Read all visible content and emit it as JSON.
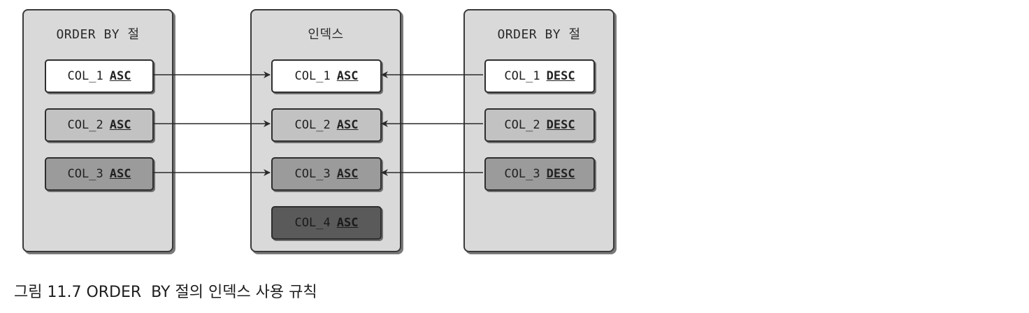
{
  "panels": {
    "left": {
      "title": "ORDER BY 절",
      "items": [
        {
          "col": "COL_1",
          "order": "ASC"
        },
        {
          "col": "COL_2",
          "order": "ASC"
        },
        {
          "col": "COL_3",
          "order": "ASC"
        }
      ]
    },
    "middle": {
      "title": "인덱스",
      "items": [
        {
          "col": "COL_1",
          "order": "ASC"
        },
        {
          "col": "COL_2",
          "order": "ASC"
        },
        {
          "col": "COL_3",
          "order": "ASC"
        },
        {
          "col": "COL_4",
          "order": "ASC"
        }
      ]
    },
    "right": {
      "title": "ORDER BY 절",
      "items": [
        {
          "col": "COL_1",
          "order": "DESC"
        },
        {
          "col": "COL_2",
          "order": "DESC"
        },
        {
          "col": "COL_3",
          "order": "DESC"
        }
      ]
    }
  },
  "caption": "그림 11.7 ORDER  BY 절의 인덱스 사용 규칙",
  "colors": {
    "panel_bg": "#d9d9d9",
    "border": "#3a3a3a",
    "shade_1": "#ffffff",
    "shade_2": "#c2c2c2",
    "shade_3": "#9b9b9b",
    "shade_4": "#5a5a5a"
  }
}
